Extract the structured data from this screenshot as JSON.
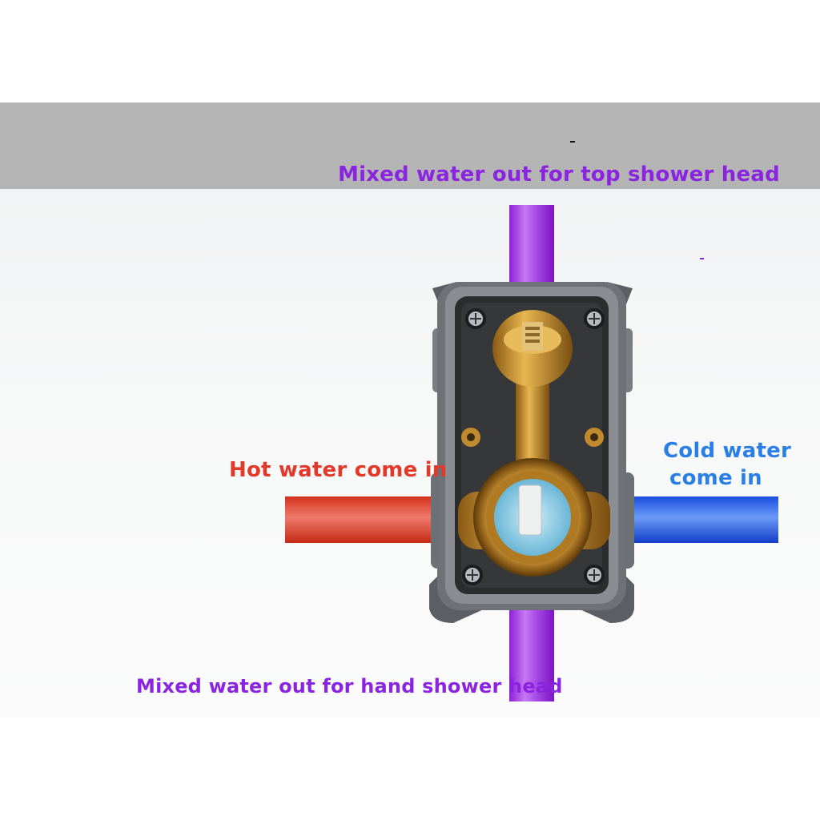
{
  "labels": {
    "top_outlet": "Mixed water out for top shower head",
    "hot_inlet": "Hot water come in",
    "cold_inlet_line1": "Cold water",
    "cold_inlet_line2": "come in",
    "bottom_outlet": "Mixed water out for hand shower head"
  },
  "colors": {
    "outlet": "#8a24e0",
    "hot": "#e23a2a",
    "cold": "#2a7fe6",
    "brass": "#c9962f"
  }
}
